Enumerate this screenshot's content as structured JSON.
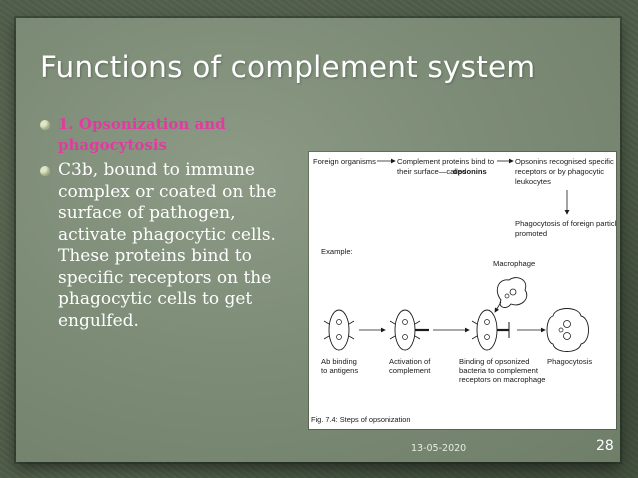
{
  "title": "Functions of complement system",
  "bullets": [
    {
      "text_lines": [
        "1. Opsonization and",
        "phagocytosis"
      ],
      "color": "#e23aa0"
    },
    {
      "text_lines": [
        "C3b, bound to immune",
        "complex or coated on the",
        "surface of pathogen,",
        "activate phagocytic cells.",
        "These proteins bind to",
        "specific receptors on the",
        "phagocytic cells to get",
        "engulfed."
      ],
      "color": "#ffffff"
    }
  ],
  "figure": {
    "flow": [
      "Foreign organisms",
      "Complement proteins bind to",
      "their surface—called",
      "opsonins",
      "Opsonins recognised specific",
      "receptors or by phagocytic",
      "leukocytes",
      "Phagocytosis of foreign particle",
      "promoted"
    ],
    "example_label": "Example:",
    "macrophage_label": "Macrophage",
    "step_labels": [
      [
        "Ab binding",
        "to antigens"
      ],
      [
        "Activation of",
        "complement"
      ],
      [
        "Binding of opsonized",
        "bacteria to complement",
        "receptors on macrophage"
      ],
      [
        "Phagocytosis"
      ]
    ],
    "caption": "Fig. 7.4: Steps of opsonization"
  },
  "footer": {
    "date": "13-05-2020",
    "page_number": "28"
  },
  "colors": {
    "pink_heading": "#e23aa0",
    "bullet_dot": "#dfe7c6",
    "panel": "#7d8c77"
  },
  "icons": [
    "bullet-dot-icon",
    "arrow-icon",
    "macrophage-icon",
    "bacteria-icon"
  ]
}
